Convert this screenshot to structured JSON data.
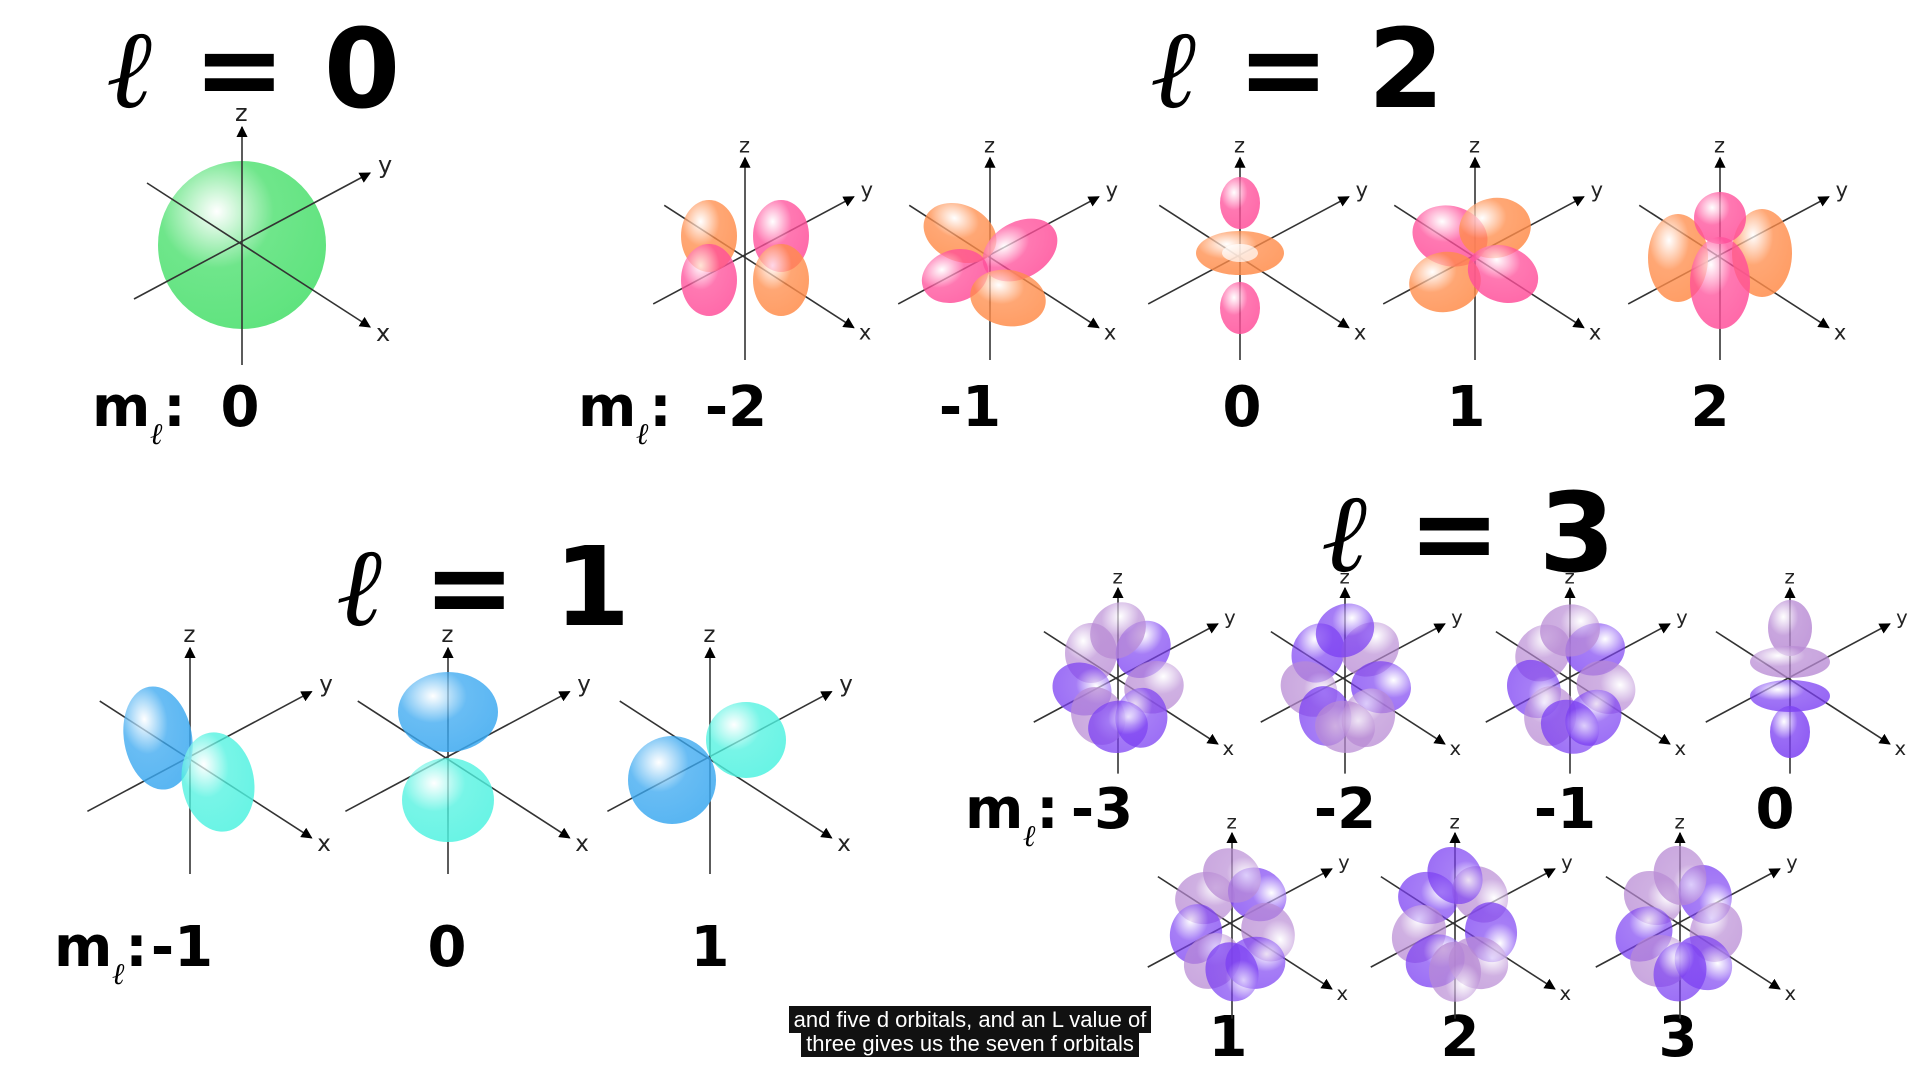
{
  "headings": {
    "l0": {
      "symbol": "ℓ",
      "eq": " = 0"
    },
    "l1": {
      "symbol": "ℓ",
      "eq": " = 1"
    },
    "l2": {
      "symbol": "ℓ",
      "eq": " = 2"
    },
    "l3": {
      "symbol": "ℓ",
      "eq": " = 3"
    }
  },
  "ml_label": {
    "m": "m",
    "sub": "ℓ",
    "colon": ":"
  },
  "ml_values": {
    "s": [
      "0"
    ],
    "p": [
      "-1",
      "0",
      "1"
    ],
    "d": [
      "-2",
      "-1",
      "0",
      "1",
      "2"
    ],
    "f": [
      "-3",
      "-2",
      "-1",
      "0",
      "1",
      "2",
      "3"
    ]
  },
  "axis_labels": {
    "x": "x",
    "y": "y",
    "z": "z"
  },
  "orbital_colors": {
    "s": "#5fe37e",
    "p": [
      "#3aa8f0",
      "#4ef2e0"
    ],
    "d": [
      "#ff4f9a",
      "#ff8c4a"
    ],
    "f": [
      "#7b3ff2",
      "#b88ad4"
    ]
  },
  "subtitle": {
    "line1": "and five d orbitals, and an L value of",
    "line2": "three gives us the seven f orbitals"
  }
}
